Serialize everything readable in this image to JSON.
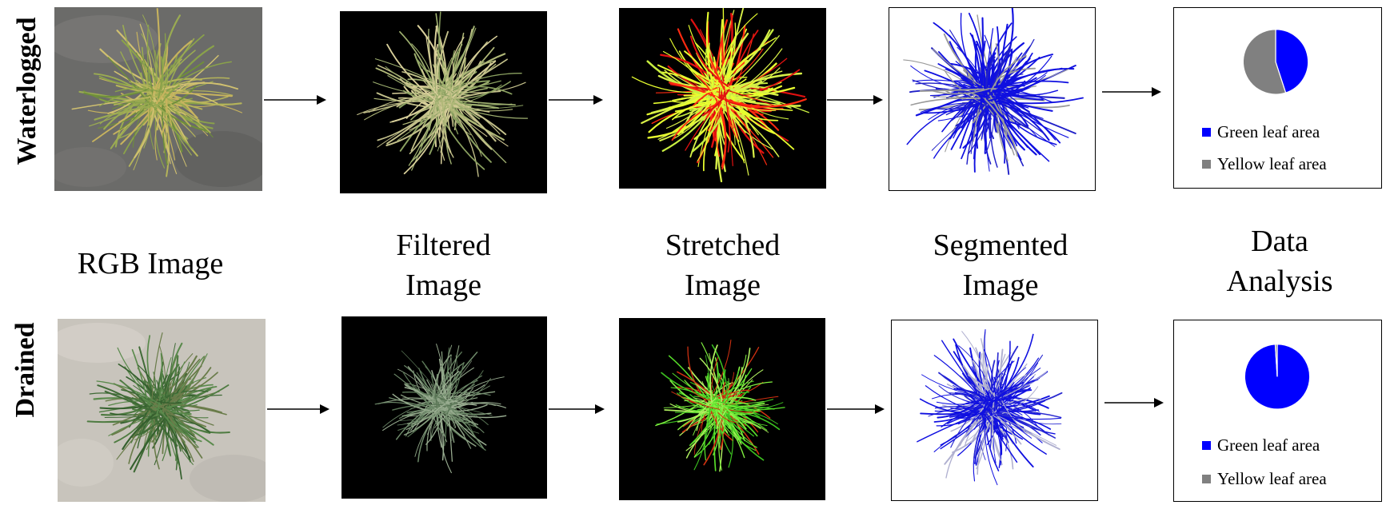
{
  "rows": {
    "top": {
      "label": "Waterlogged"
    },
    "bottom": {
      "label": "Drained"
    }
  },
  "stages": {
    "rgb": {
      "line1": "RGB Image",
      "line2": ""
    },
    "filtered": {
      "line1": "Filtered",
      "line2": "Image"
    },
    "stretched": {
      "line1": "Stretched",
      "line2": "Image"
    },
    "segmented": {
      "line1": "Segmented",
      "line2": "Image"
    },
    "analysis": {
      "line1": "Data",
      "line2": "Analysis"
    }
  },
  "legend": {
    "green": {
      "label": "Green leaf area",
      "color": "#0000ff"
    },
    "yellow": {
      "label": "Yellow leaf area",
      "color": "#808080"
    }
  },
  "colors": {
    "soil_waterlogged": "#6e6e6c",
    "soil_drained": "#c9c5bd",
    "filtered_bg": "#000000",
    "stretched_red": "#e01010",
    "stretched_yellow": "#e8ff30",
    "stretched_green": "#58e02a",
    "segment_blue": "#1010e0",
    "segment_gray": "#9a9a9a"
  },
  "chart_data": [
    {
      "type": "pie",
      "row": "Waterlogged",
      "labels": [
        "Green leaf area",
        "Yellow leaf area"
      ],
      "values": [
        45,
        55
      ],
      "colors": [
        "#0000ff",
        "#808080"
      ]
    },
    {
      "type": "pie",
      "row": "Drained",
      "labels": [
        "Green leaf area",
        "Yellow leaf area"
      ],
      "values": [
        99,
        1
      ],
      "colors": [
        "#0000ff",
        "#808080"
      ]
    }
  ]
}
